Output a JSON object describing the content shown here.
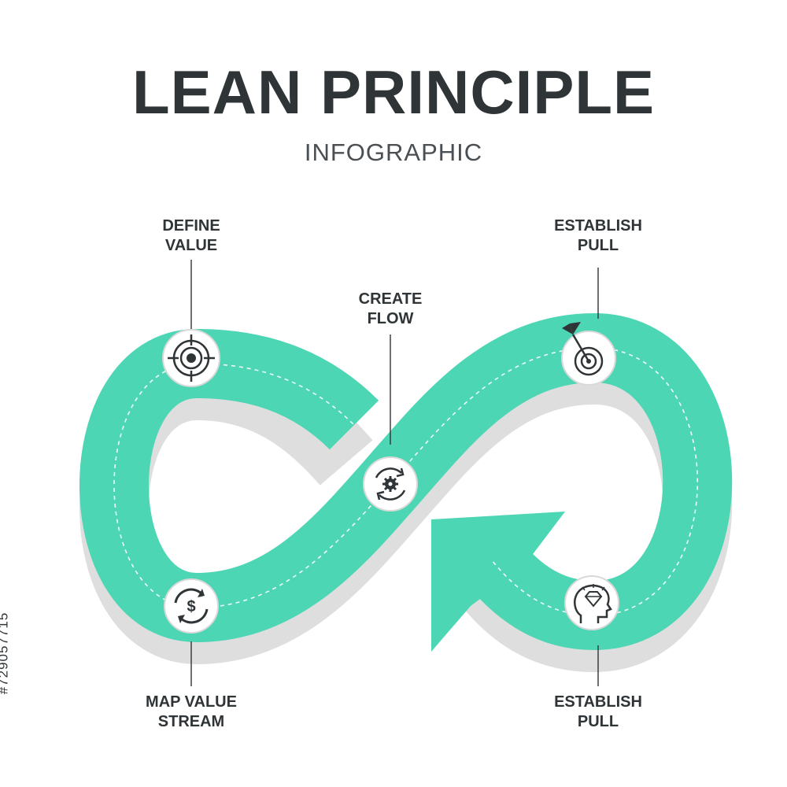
{
  "title": "LEAN PRINCIPLE",
  "subtitle": "INFOGRAPHIC",
  "steps": [
    {
      "label": "DEFINE\nVALUE",
      "icon": "target-icon"
    },
    {
      "label": "CREATE\nFLOW",
      "icon": "gear-cycle-icon"
    },
    {
      "label": "ESTABLISH\nPULL",
      "icon": "dart-target-icon"
    },
    {
      "label": "MAP VALUE\nSTREAM",
      "icon": "dollar-cycle-icon"
    },
    {
      "label": "ESTABLISH\nPULL",
      "icon": "head-diamond-icon"
    }
  ],
  "stock_id": "#729057715",
  "colors": {
    "ribbon": "#4dd6b4",
    "shadow": "#dedede",
    "text": "#2f3437"
  }
}
